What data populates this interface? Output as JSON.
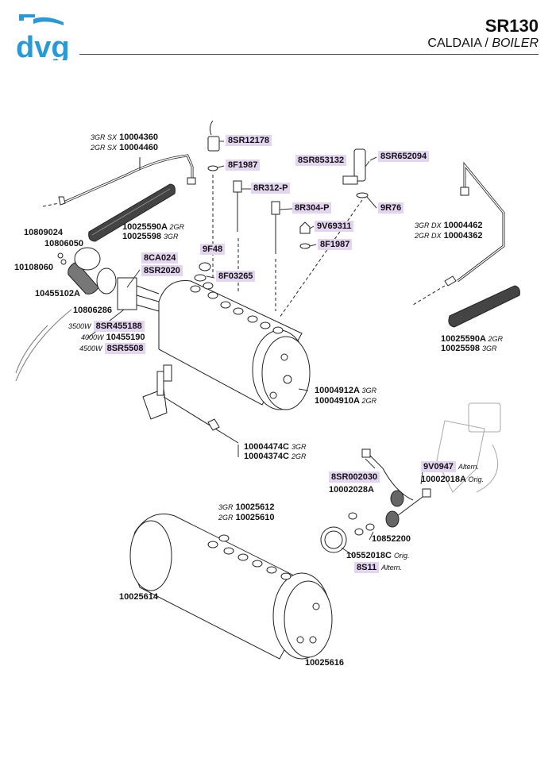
{
  "header": {
    "brand": "dvg",
    "model": "SR130",
    "title_it": "CALDAIA / ",
    "title_en": "BOILER"
  },
  "colors": {
    "brand_blue": "#2a9ad6",
    "highlight": "#e3d4f0",
    "line": "#222222"
  },
  "labels": [
    {
      "id": "l1a",
      "q": "3GR SX",
      "code": "10004360"
    },
    {
      "id": "l1b",
      "q": "2GR SX",
      "code": "10004460"
    },
    {
      "id": "l2",
      "code": "8SR12178",
      "hl": true
    },
    {
      "id": "l3",
      "code": "8F1987",
      "hl": true
    },
    {
      "id": "l4",
      "code": "8SR853132",
      "hl": true
    },
    {
      "id": "l5",
      "code": "8SR652094",
      "hl": true
    },
    {
      "id": "l6",
      "code": "8R312-P",
      "hl": true
    },
    {
      "id": "l7",
      "code": "8R304-P",
      "hl": true
    },
    {
      "id": "l8",
      "code": "9R76",
      "hl": true
    },
    {
      "id": "l9",
      "code": "9V69311",
      "hl": true
    },
    {
      "id": "l10",
      "code": "8F1987",
      "hl": true
    },
    {
      "id": "l11",
      "code": "9F48",
      "hl": true
    },
    {
      "id": "l12",
      "code": "8F03265",
      "hl": true
    },
    {
      "id": "l13",
      "code": "8CA024",
      "hl": true
    },
    {
      "id": "l14",
      "code": "8SR2020",
      "hl": true
    },
    {
      "id": "l15a",
      "code": "10025590A",
      "q": "2GR"
    },
    {
      "id": "l15b",
      "code": "10025598",
      "q": "3GR"
    },
    {
      "id": "l16",
      "code": "10809024"
    },
    {
      "id": "l17",
      "code": "10806050"
    },
    {
      "id": "l18",
      "code": "10108060"
    },
    {
      "id": "l19",
      "code": "10455102A"
    },
    {
      "id": "l20",
      "code": "10806286"
    },
    {
      "id": "l21a",
      "pre": "3500W",
      "code": "8SR455188",
      "hl": true
    },
    {
      "id": "l21b",
      "pre": "4000W",
      "code": "10455190"
    },
    {
      "id": "l21c",
      "pre": "4500W",
      "code": "8SR5508",
      "hl": true
    },
    {
      "id": "l22a",
      "q": "3GR DX",
      "code": "10004462"
    },
    {
      "id": "l22b",
      "q": "2GR DX",
      "code": "10004362"
    },
    {
      "id": "l23a",
      "code": "10025590A",
      "q": "2GR"
    },
    {
      "id": "l23b",
      "code": "10025598",
      "q": "3GR"
    },
    {
      "id": "l24a",
      "code": "10004912A",
      "q": "3GR"
    },
    {
      "id": "l24b",
      "code": "10004910A",
      "q": "2GR"
    },
    {
      "id": "l25a",
      "code": "10004474C",
      "q": "3GR"
    },
    {
      "id": "l25b",
      "code": "10004374C",
      "q": "2GR"
    },
    {
      "id": "l26",
      "code": "9V0947",
      "q": "Altern.",
      "hl": true
    },
    {
      "id": "l27",
      "code": "10002018A",
      "q": "Orig."
    },
    {
      "id": "l28",
      "code": "8SR002030",
      "hl": true
    },
    {
      "id": "l29",
      "code": "10002028A"
    },
    {
      "id": "l30",
      "code": "10852200"
    },
    {
      "id": "l31",
      "code": "10552018C",
      "q": "Orig."
    },
    {
      "id": "l32",
      "code": "8S11",
      "q": "Altern.",
      "hl": true
    },
    {
      "id": "l33a",
      "q": "3GR",
      "code": "10025612"
    },
    {
      "id": "l33b",
      "q": "2GR",
      "code": "10025610"
    },
    {
      "id": "l34",
      "code": "10025614"
    },
    {
      "id": "l35",
      "code": "10025616"
    }
  ]
}
